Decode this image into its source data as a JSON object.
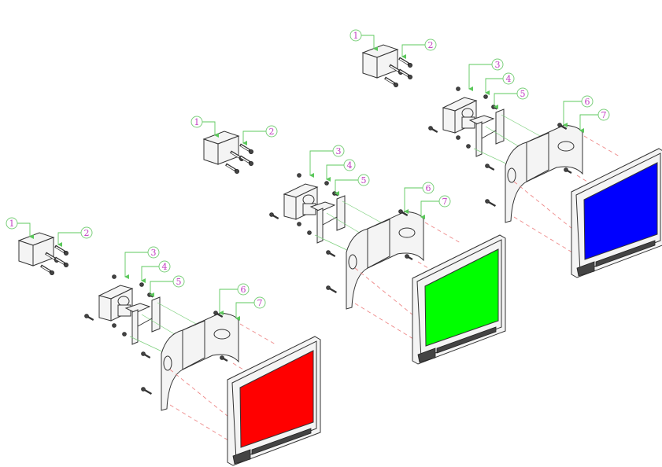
{
  "diagram": {
    "title": "Monitor wall-mount arm exploded view",
    "assemblies": [
      {
        "name": "assembly-red",
        "screen_color": "#ff0000",
        "labels": [
          "1",
          "2",
          "3",
          "4",
          "5",
          "6",
          "7"
        ]
      },
      {
        "name": "assembly-green",
        "screen_color": "#00ff00",
        "labels": [
          "1",
          "2",
          "3",
          "4",
          "5",
          "6",
          "7"
        ]
      },
      {
        "name": "assembly-blue",
        "screen_color": "#0000ff",
        "labels": [
          "1",
          "2",
          "3",
          "4",
          "5",
          "6",
          "7"
        ]
      }
    ],
    "colors": {
      "leader": "#5cc85c",
      "balloon_text": "#c23cc2",
      "alignment_dash": "#e88888"
    }
  }
}
